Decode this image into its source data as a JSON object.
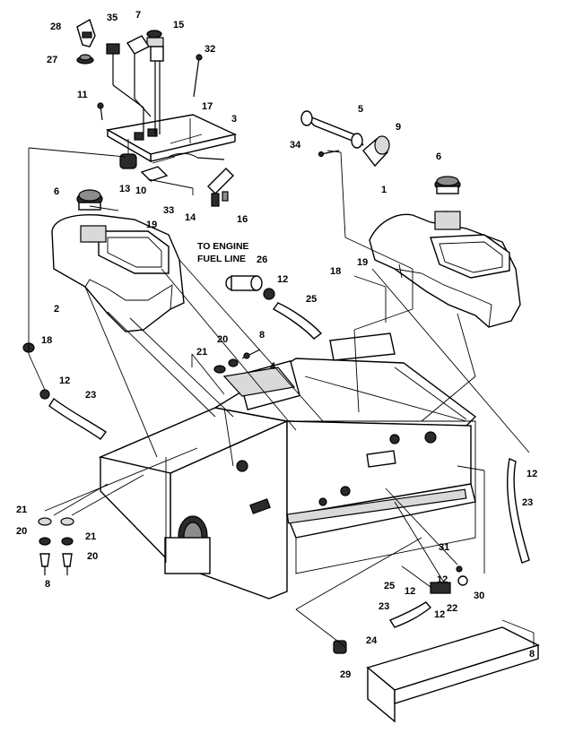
{
  "note": {
    "line1": "TO ENGINE",
    "line2": "FUEL LINE"
  },
  "callouts": {
    "c28": "28",
    "c35": "35",
    "c7": "7",
    "c15": "15",
    "c27": "27",
    "c32": "32",
    "c11": "11",
    "c17": "17",
    "c3": "3",
    "c13": "13",
    "c10": "10",
    "c33": "33",
    "c14": "14",
    "c16": "16",
    "c6_left": "6",
    "c19_left": "19",
    "c2": "2",
    "c5": "5",
    "c9": "9",
    "c34": "34",
    "c6_right": "6",
    "c1": "1",
    "c26": "26",
    "c12_top": "12",
    "c18_mid": "18",
    "c19_right": "19",
    "c25_top": "25",
    "c21_top": "21",
    "c20_top": "20",
    "c8_top": "8",
    "c4": "4",
    "c18_left": "18",
    "c12_left": "12",
    "c23_left": "23",
    "c21_a": "21",
    "c20_a": "20",
    "c8_bottom": "8",
    "c21_b": "21",
    "c20_b": "20",
    "c12_right": "12",
    "c23_right": "23",
    "c31": "31",
    "c25_bottom": "25",
    "c12_b1": "12",
    "c12_b2": "12",
    "c30": "30",
    "c23_bottom": "23",
    "c12_b3": "12",
    "c22": "22",
    "c24": "24",
    "c29": "29",
    "c8_right": "8"
  }
}
